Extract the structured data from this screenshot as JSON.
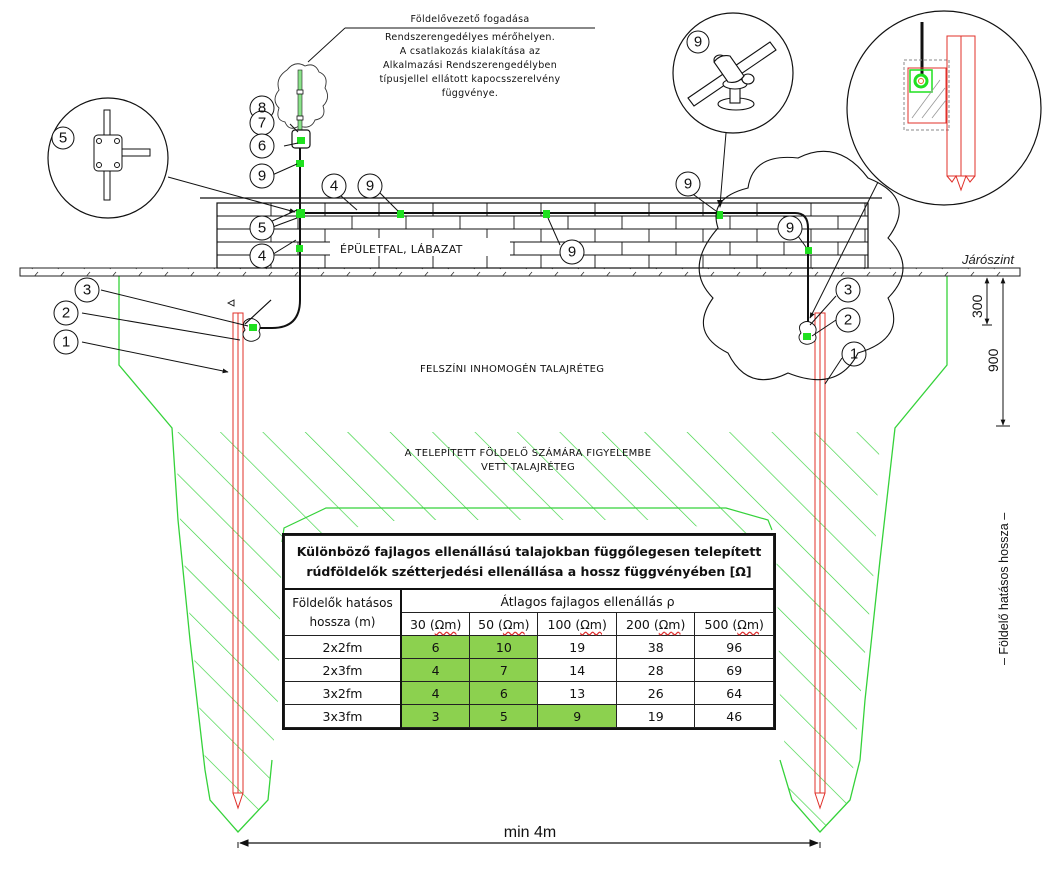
{
  "drawing": {
    "annotation_top": {
      "title": "Földelővezető fogadása",
      "lines": [
        "Rendszerengedélyes mérőhelyen.",
        "A csatlakozás kialakítása az",
        "Alkalmazási Rendszerengedélyben",
        "típusjellel ellátott kapocsszerelvény",
        "függvénye."
      ]
    },
    "wall_label": "ÉPÜLETFAL, LÁBAZAT",
    "ground_level_label": "Járószint",
    "surface_layer_label": "FELSZÍNI INHOMOGÉN TALAJRÉTEG",
    "considered_layer_label_line1": "A TELEPÍTETT FÖLDELŐ SZÁMÁRA FIGYELEMBE",
    "considered_layer_label_line2": "VETT TALAJRÉTEG",
    "dimension_300": "300",
    "dimension_900": "900",
    "effective_length_label": "– Földelő hatásos hossza –",
    "spacing_label": "min 4m",
    "callouts": {
      "c1": "1",
      "c2": "2",
      "c3": "3",
      "c4": "4",
      "c5": "5",
      "c6": "6",
      "c7": "7",
      "c8": "8",
      "c9": "9"
    },
    "detail_callouts": {
      "detail_5": "5",
      "detail_9": "9"
    },
    "colors": {
      "electrode": "#e0302a",
      "soil_hatch": "#35d23a",
      "clamp": "#1fe01f",
      "line": "#111111",
      "table_highlight": "#8cd14f"
    }
  },
  "table": {
    "title_line1": "Különböző fajlagos ellenállású talajokban függőlegesen telepített",
    "title_line2": "rúdföldelők szétterjedési ellenállása a hossz függvényében [Ω]",
    "row_header_line1": "Földelők hatásos",
    "row_header_line2": "hossza (m)",
    "column_group_header": "Átlagos fajlagos ellenállás ρ",
    "columns": [
      {
        "value": "30",
        "unit": "Ωm"
      },
      {
        "value": "50",
        "unit": "Ωm"
      },
      {
        "value": "100",
        "unit": "Ωm"
      },
      {
        "value": "200",
        "unit": "Ωm"
      },
      {
        "value": "500",
        "unit": "Ωm"
      }
    ],
    "rows": [
      {
        "label": "2x2fm",
        "values": [
          "6",
          "10",
          "19",
          "38",
          "96"
        ],
        "highlighted": [
          true,
          true,
          false,
          false,
          false
        ]
      },
      {
        "label": "2x3fm",
        "values": [
          "4",
          "7",
          "14",
          "28",
          "69"
        ],
        "highlighted": [
          true,
          true,
          false,
          false,
          false
        ]
      },
      {
        "label": "3x2fm",
        "values": [
          "4",
          "6",
          "13",
          "26",
          "64"
        ],
        "highlighted": [
          true,
          true,
          false,
          false,
          false
        ]
      },
      {
        "label": "3x3fm",
        "values": [
          "3",
          "5",
          "9",
          "19",
          "46"
        ],
        "highlighted": [
          true,
          true,
          true,
          false,
          false
        ]
      }
    ]
  }
}
